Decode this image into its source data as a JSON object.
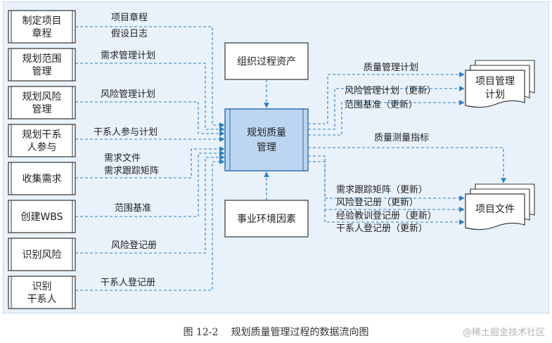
{
  "inputs": [
    {
      "box": [
        "制定项目",
        "章程"
      ],
      "labels": [
        "项目章程",
        "假设日志"
      ]
    },
    {
      "box": [
        "规划范围",
        "管理"
      ],
      "labels": [
        "需求管理计划"
      ]
    },
    {
      "box": [
        "规划风险",
        "管理"
      ],
      "labels": [
        "风险管理计划"
      ]
    },
    {
      "box": [
        "规划干系",
        "人参与"
      ],
      "labels": [
        "干系人参与计划"
      ]
    },
    {
      "box": [
        "收集需求"
      ],
      "labels": [
        "需求文件",
        "需求跟踪矩阵"
      ]
    },
    {
      "box": [
        "创建WBS"
      ],
      "labels": [
        "范围基准"
      ]
    },
    {
      "box": [
        "识别风险"
      ],
      "labels": [
        "风险登记册"
      ]
    },
    {
      "box": [
        "识别",
        "干系人"
      ],
      "labels": [
        "干系人登记册"
      ]
    }
  ],
  "center": {
    "lines": [
      "规划质量",
      "管理"
    ]
  },
  "org_assets": {
    "lines": [
      "组织过程资产"
    ]
  },
  "env_factors": {
    "lines": [
      "事业环境因素"
    ]
  },
  "outputs": {
    "plan_doc": {
      "lines": [
        "项目管理",
        "计划"
      ]
    },
    "plan_labels": [
      "质量管理计划",
      "风险管理计划（更新）",
      "范围基准（更新）"
    ],
    "metrics_label": "质量测量指标",
    "project_docs": {
      "lines": [
        "项目文件"
      ]
    },
    "doc_labels": [
      "需求跟踪矩阵（更新）",
      "风险登记册（更新）",
      "经验教训登记册（更新）",
      "干系人登记册（更新）"
    ]
  },
  "caption": {
    "number": "图 12-2",
    "title": "规划质量管理过程的数据流向图"
  },
  "watermark": "@稀土掘金技术社区",
  "colors": {
    "arrow": "#2c7fc1",
    "center_fill": "#bcd6f1",
    "background": "#e9f2fb"
  }
}
